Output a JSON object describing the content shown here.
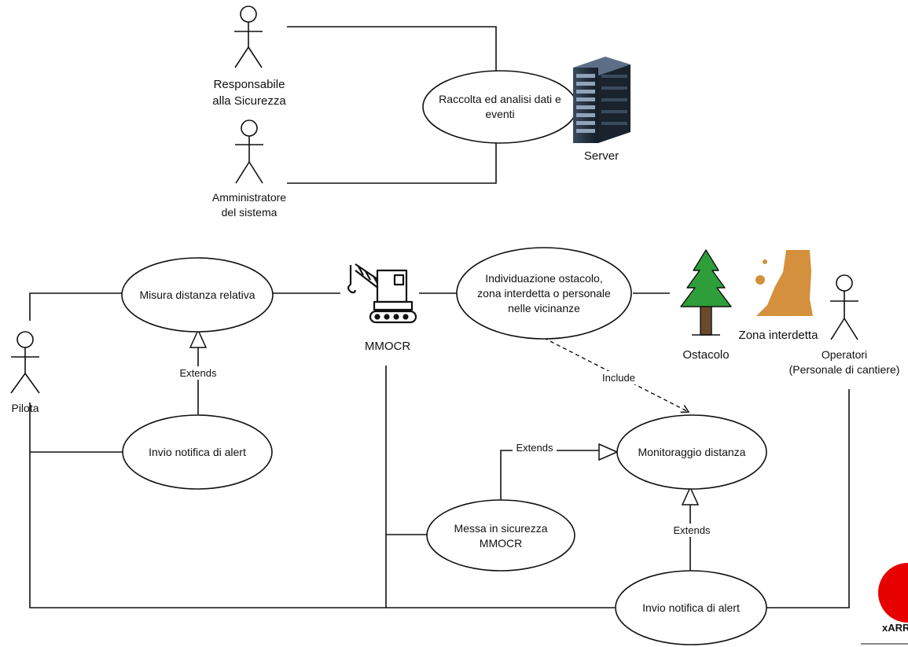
{
  "actors": {
    "responsabile": {
      "line1": "Responsabile",
      "line2": "alla Sicurezza"
    },
    "amministratore": {
      "line1": "Amministratore",
      "line2": "del sistema"
    },
    "pilota": {
      "label": "Pilota"
    },
    "operatori": {
      "line1": "Operatori",
      "line2": "(Personale di cantiere)"
    }
  },
  "systems": {
    "server": {
      "label": "Server",
      "icon": "server-rack-icon"
    },
    "mmocr": {
      "label": "MMOCR",
      "icon": "crane-icon"
    },
    "ostacolo": {
      "label": "Ostacolo",
      "icon": "tree-icon"
    },
    "zona": {
      "label": "Zona interdetta",
      "icon": "restricted-zone-icon"
    }
  },
  "use_cases": {
    "raccolta": {
      "line1": "Raccolta ed analisi dati e",
      "line2": "eventi"
    },
    "misura": {
      "line1": "Misura distanza relativa"
    },
    "invio_pilota": {
      "line1": "Invio notifica di alert"
    },
    "individuazione": {
      "line1": "Individuazione ostacolo,",
      "line2": "zona interdetta o personale",
      "line3": "nelle vicinanze"
    },
    "monitoraggio": {
      "line1": "Monitoraggio distanza"
    },
    "messa": {
      "line1": "Messa in sicurezza",
      "line2": "MMOCR"
    },
    "invio_operatori": {
      "line1": "Invio notifica di alert"
    }
  },
  "relations": {
    "extends_misura": "Extends",
    "include_monitoraggio": "Include",
    "extends_messa": "Extends",
    "extends_invio": "Extends"
  },
  "watermark": {
    "text": "xARR",
    "color": "#e60000"
  },
  "colors": {
    "tree_green": "#2e9e3a",
    "trunk_brown": "#6b4a2b",
    "zone_orange": "#d4903c",
    "server_dark": "#24313f"
  }
}
